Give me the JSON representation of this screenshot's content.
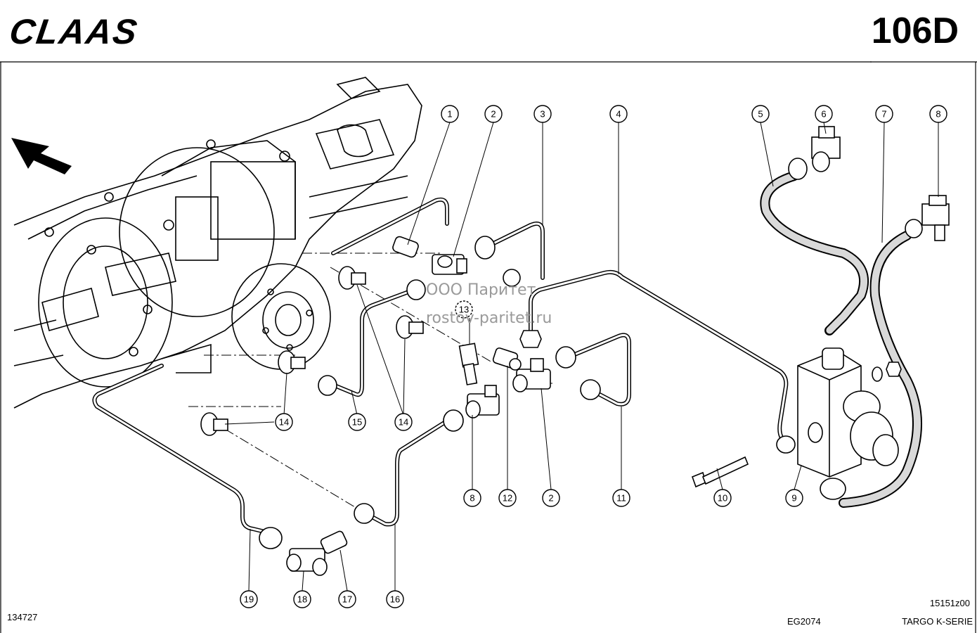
{
  "header": {
    "brand": "CLAAS",
    "page_code": "106D"
  },
  "watermark": {
    "line1": "ООО Паритет",
    "line2": "rostov-paritet.ru"
  },
  "callouts": [
    {
      "n": "1"
    },
    {
      "n": "2"
    },
    {
      "n": "3"
    },
    {
      "n": "4"
    },
    {
      "n": "5"
    },
    {
      "n": "6"
    },
    {
      "n": "7"
    },
    {
      "n": "8"
    },
    {
      "n": "15"
    },
    {
      "n": "14"
    },
    {
      "n": "14"
    },
    {
      "n": "13"
    },
    {
      "n": "8"
    },
    {
      "n": "12"
    },
    {
      "n": "2"
    },
    {
      "n": "11"
    },
    {
      "n": "10"
    },
    {
      "n": "9"
    },
    {
      "n": "19"
    },
    {
      "n": "18"
    },
    {
      "n": "17"
    },
    {
      "n": "16"
    }
  ],
  "footer": {
    "left_code": "134727",
    "center_code": "EG2074",
    "right_code": "15151z00",
    "model": "TARGO K-SERIE"
  }
}
